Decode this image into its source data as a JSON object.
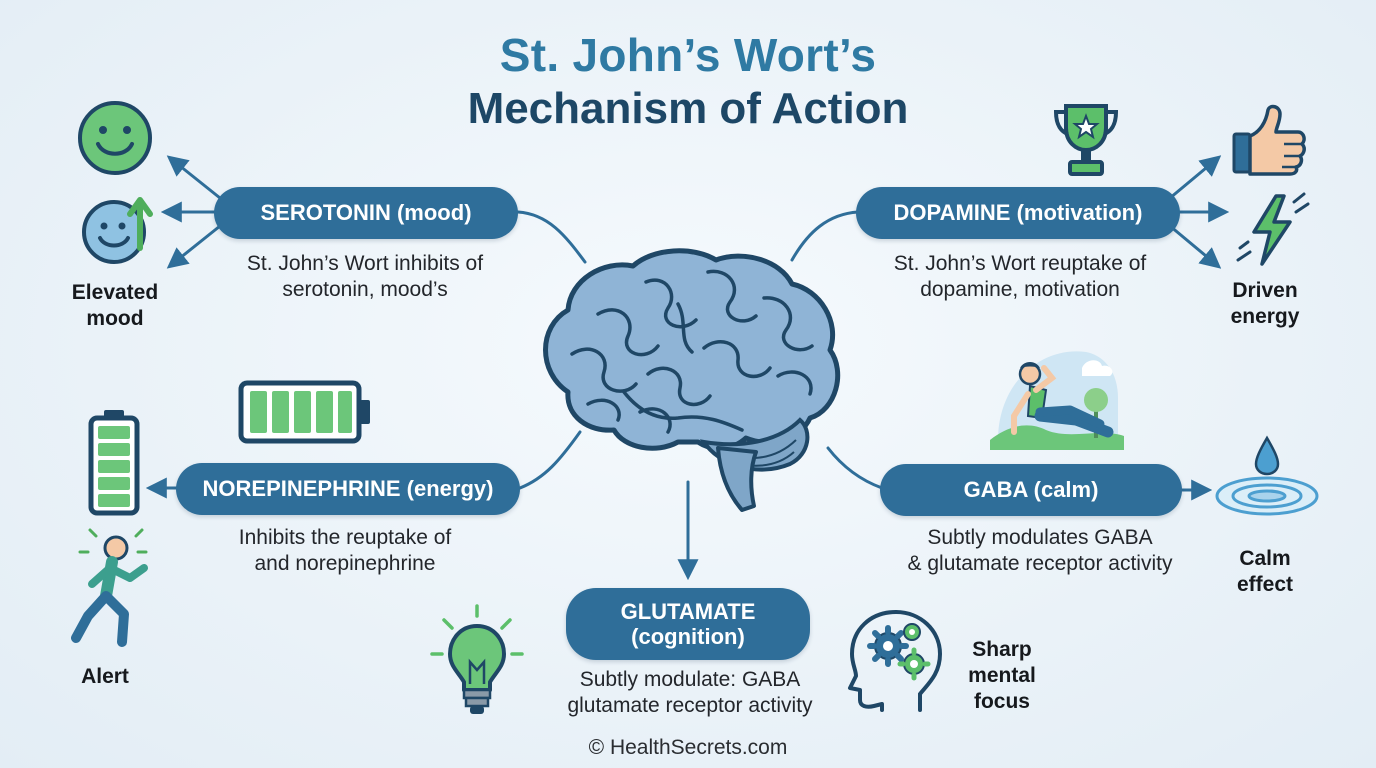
{
  "title": {
    "line1": "St. John’s Wort’s",
    "line2": "Mechanism of Action"
  },
  "nodes": {
    "serotonin": {
      "label": "SEROTONIN (mood)",
      "desc_line1": "St. John’s Wort inhibits of",
      "desc_line2": "serotonin, mood’s",
      "effect_line1": "Elevated",
      "effect_line2": "mood",
      "icons": [
        "smiley-face-icon",
        "smiley-up-arrow-icon"
      ]
    },
    "dopamine": {
      "label": "DOPAMINE (motivation)",
      "desc_line1": "St. John’s Wort reuptake of",
      "desc_line2": "dopamine, motivation",
      "effect_line1": "Driven",
      "effect_line2": "energy",
      "icons": [
        "trophy-icon",
        "thumbs-up-icon",
        "lightning-bolt-icon"
      ]
    },
    "norepinephrine": {
      "label": "NOREPINEPHRINE (energy)",
      "desc_line1": "Inhibits the reuptake of",
      "desc_line2": "and norepinephrine",
      "effect_line1": "Alert",
      "icons": [
        "battery-horizontal-icon",
        "battery-vertical-icon",
        "running-person-icon"
      ]
    },
    "gaba": {
      "label": "GABA (calm)",
      "desc_line1": "Subtly modulates GABA",
      "desc_line2": "& glutamate receptor activity",
      "effect_line1": "Calm",
      "effect_line2": "effect",
      "icons": [
        "relaxing-person-icon",
        "water-drop-ripple-icon"
      ]
    },
    "glutamate": {
      "label_line1": "GLUTAMATE",
      "label_line2": "(cognition)",
      "desc_line1": "Subtly modulate: GABA",
      "desc_line2": "glutamate receptor activity",
      "effect_line1": "Sharp",
      "effect_line2": "mental",
      "effect_line3": "focus",
      "icons": [
        "lightbulb-icon",
        "head-gears-icon"
      ]
    }
  },
  "center_icon": "brain-icon",
  "footer": "© HealthSecrets.com",
  "colors": {
    "title_primary": "#2f7aa3",
    "title_secondary": "#1d4766",
    "pill": "#2f6e99",
    "connector": "#2f6e99",
    "accent_green": "#5cbf6a",
    "brain_fill": "#8fb4d6",
    "brain_outline": "#1f4766"
  }
}
